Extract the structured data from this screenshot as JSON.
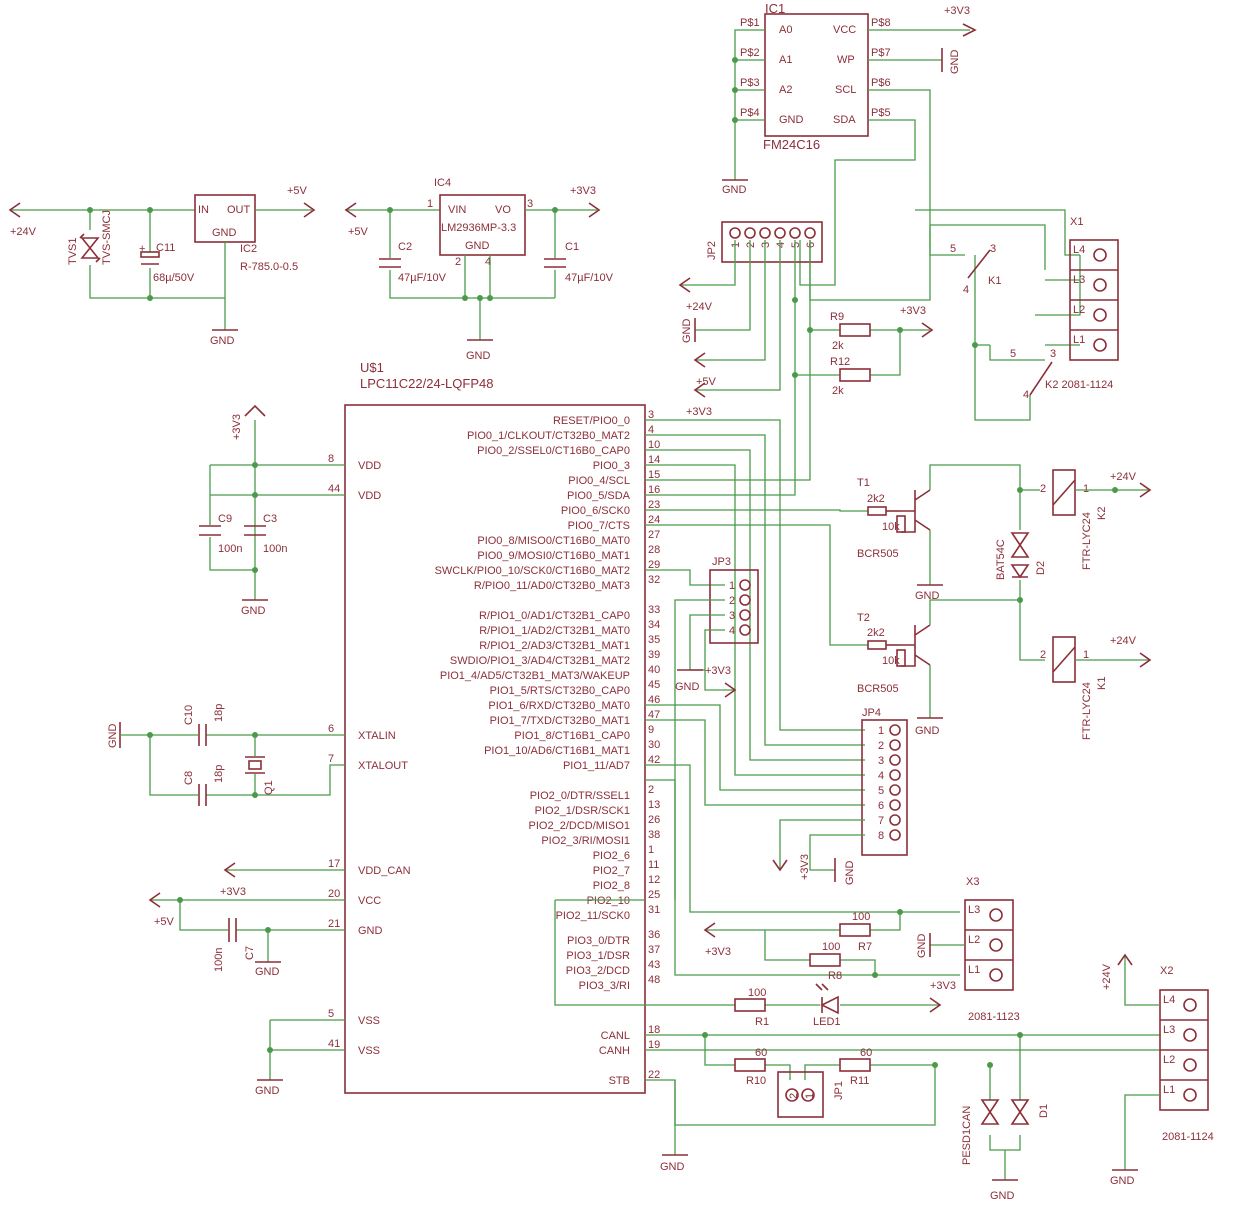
{
  "ic1": {
    "name": "IC1",
    "part": "FM24C16",
    "pins_left": [
      {
        "pad": "P$1",
        "name": "A0"
      },
      {
        "pad": "P$2",
        "name": "A1"
      },
      {
        "pad": "P$3",
        "name": "A2"
      },
      {
        "pad": "P$4",
        "name": "GND"
      }
    ],
    "pins_right": [
      {
        "pad": "P$8",
        "name": "VCC"
      },
      {
        "pad": "P$7",
        "name": "WP"
      },
      {
        "pad": "P$6",
        "name": "SCL"
      },
      {
        "pad": "P$5",
        "name": "SDA"
      }
    ]
  },
  "power": {
    "p3v3": "+3V3",
    "p5v": "+5V",
    "p24v": "+24V",
    "gnd": "GND"
  },
  "ic2": {
    "name": "IC2",
    "part": "R-785.0-0.5",
    "in": "IN",
    "out": "OUT",
    "gnd": "GND"
  },
  "ic4": {
    "name": "IC4",
    "part": "LM2936MP-3.3",
    "vin": "VIN",
    "vo": "VO",
    "gnd": "GND",
    "pin1": "1",
    "pin2": "2",
    "pin3": "3",
    "pin4": "4"
  },
  "tvs1": {
    "name": "TVS1",
    "part": "TVS-SMCJ"
  },
  "c11": {
    "name": "C11",
    "value": "68µ/50V"
  },
  "c2": {
    "name": "C2",
    "value": "47µF/10V"
  },
  "c1": {
    "name": "C1",
    "value": "47µF/10V"
  },
  "c9": {
    "name": "C9",
    "value": "100n"
  },
  "c3": {
    "name": "C3",
    "value": "100n"
  },
  "c10": {
    "name": "C10",
    "value": "18p"
  },
  "c8": {
    "name": "C8",
    "value": "18p"
  },
  "c7": {
    "name": "C7",
    "value": "100n"
  },
  "q1": {
    "name": "Q1"
  },
  "u1": {
    "name": "U$1",
    "part": "LPC11C22/24-LQFP48",
    "left": [
      {
        "num": "8",
        "name": "VDD"
      },
      {
        "num": "44",
        "name": "VDD"
      },
      {
        "num": "6",
        "name": "XTALIN"
      },
      {
        "num": "7",
        "name": "XTALOUT"
      },
      {
        "num": "17",
        "name": "VDD_CAN"
      },
      {
        "num": "20",
        "name": "VCC"
      },
      {
        "num": "21",
        "name": "GND"
      },
      {
        "num": "5",
        "name": "VSS"
      },
      {
        "num": "41",
        "name": "VSS"
      }
    ],
    "right": [
      {
        "num": "3",
        "name": "RESET/PIO0_0"
      },
      {
        "num": "4",
        "name": "PIO0_1/CLKOUT/CT32B0_MAT2"
      },
      {
        "num": "10",
        "name": "PIO0_2/SSEL0/CT16B0_CAP0"
      },
      {
        "num": "14",
        "name": "PIO0_3"
      },
      {
        "num": "15",
        "name": "PIO0_4/SCL"
      },
      {
        "num": "16",
        "name": "PIO0_5/SDA"
      },
      {
        "num": "23",
        "name": "PIO0_6/SCK0"
      },
      {
        "num": "24",
        "name": "PIO0_7/CTS"
      },
      {
        "num": "27",
        "name": "PIO0_8/MISO0/CT16B0_MAT0"
      },
      {
        "num": "28",
        "name": "PIO0_9/MOSI0/CT16B0_MAT1"
      },
      {
        "num": "29",
        "name": "SWCLK/PIO0_10/SCK0/CT16B0_MAT2"
      },
      {
        "num": "32",
        "name": "R/PIO0_11/AD0/CT32B0_MAT3"
      },
      {
        "num": "33",
        "name": "R/PIO1_0/AD1/CT32B1_CAP0"
      },
      {
        "num": "34",
        "name": "R/PIO1_1/AD2/CT32B1_MAT0"
      },
      {
        "num": "35",
        "name": "R/PIO1_2/AD3/CT32B1_MAT1"
      },
      {
        "num": "39",
        "name": "SWDIO/PIO1_3/AD4/CT32B1_MAT2"
      },
      {
        "num": "40",
        "name": "PIO1_4/AD5/CT32B1_MAT3/WAKEUP"
      },
      {
        "num": "45",
        "name": "PIO1_5/RTS/CT32B0_CAP0"
      },
      {
        "num": "46",
        "name": "PIO1_6/RXD/CT32B0_MAT0"
      },
      {
        "num": "47",
        "name": "PIO1_7/TXD/CT32B0_MAT1"
      },
      {
        "num": "9",
        "name": "PIO1_8/CT16B1_CAP0"
      },
      {
        "num": "30",
        "name": "PIO1_10/AD6/CT16B1_MAT1"
      },
      {
        "num": "42",
        "name": "PIO1_11/AD7"
      },
      {
        "num": "2",
        "name": "PIO2_0/DTR/SSEL1"
      },
      {
        "num": "13",
        "name": "PIO2_1/DSR/SCK1"
      },
      {
        "num": "26",
        "name": "PIO2_2/DCD/MISO1"
      },
      {
        "num": "38",
        "name": "PIO2_3/RI/MOSI1"
      },
      {
        "num": "1",
        "name": "PIO2_6"
      },
      {
        "num": "11",
        "name": "PIO2_7"
      },
      {
        "num": "12",
        "name": "PIO2_8"
      },
      {
        "num": "25",
        "name": "PIO2_10"
      },
      {
        "num": "31",
        "name": "PIO2_11/SCK0"
      },
      {
        "num": "36",
        "name": "PIO3_0/DTR"
      },
      {
        "num": "37",
        "name": "PIO3_1/DSR"
      },
      {
        "num": "43",
        "name": "PIO3_2/DCD"
      },
      {
        "num": "48",
        "name": "PIO3_3/RI"
      },
      {
        "num": "18",
        "name": "CANL"
      },
      {
        "num": "19",
        "name": "CANH"
      },
      {
        "num": "22",
        "name": "STB"
      }
    ]
  },
  "jp2": {
    "name": "JP2",
    "pins": [
      "1",
      "2",
      "3",
      "4",
      "5",
      "6"
    ]
  },
  "jp3": {
    "name": "JP3",
    "pins": [
      "1",
      "2",
      "3",
      "4"
    ]
  },
  "jp4": {
    "name": "JP4",
    "pins": [
      "1",
      "2",
      "3",
      "4",
      "5",
      "6",
      "7",
      "8"
    ]
  },
  "jp1": {
    "name": "JP1",
    "pins": [
      "2",
      "1"
    ]
  },
  "r9": {
    "name": "R9",
    "value": "2k"
  },
  "r12": {
    "name": "R12",
    "value": "2k"
  },
  "r7": {
    "name": "R7",
    "value": "100"
  },
  "r8": {
    "name": "R8",
    "value": "100"
  },
  "r1": {
    "name": "R1",
    "value": "100"
  },
  "r10": {
    "name": "R10",
    "value": "60"
  },
  "r11": {
    "name": "R11",
    "value": "60"
  },
  "led1": {
    "name": "LED1"
  },
  "t1": {
    "name": "T1",
    "part": "BCR505",
    "r1": "2k2",
    "r2": "10k"
  },
  "t2": {
    "name": "T2",
    "part": "BCR505",
    "r1": "2k2",
    "r2": "10k"
  },
  "k1": {
    "name": "K1",
    "part": "FTR-LYC24",
    "p2": "2",
    "p1": "1",
    "p3": "3",
    "p4": "4",
    "p5": "5"
  },
  "k2": {
    "name": "K2",
    "part": "FTR-LYC24",
    "p2": "2",
    "p1": "1",
    "p3": "3",
    "p4": "4",
    "p5": "5"
  },
  "k2_label": "K2 2081-1124",
  "d2": {
    "name": "D2",
    "part": "BAT54C"
  },
  "d1": {
    "name": "D1",
    "part": "PESD1CAN"
  },
  "x1": {
    "name": "X1",
    "pins": [
      "L4",
      "L3",
      "L2",
      "L1"
    ]
  },
  "x2": {
    "name": "X2",
    "part": "2081-1124",
    "pins": [
      "L4",
      "L3",
      "L2",
      "L1"
    ]
  },
  "x3": {
    "name": "X3",
    "part": "2081-1123",
    "pins": [
      "L3",
      "L2",
      "L1"
    ]
  }
}
